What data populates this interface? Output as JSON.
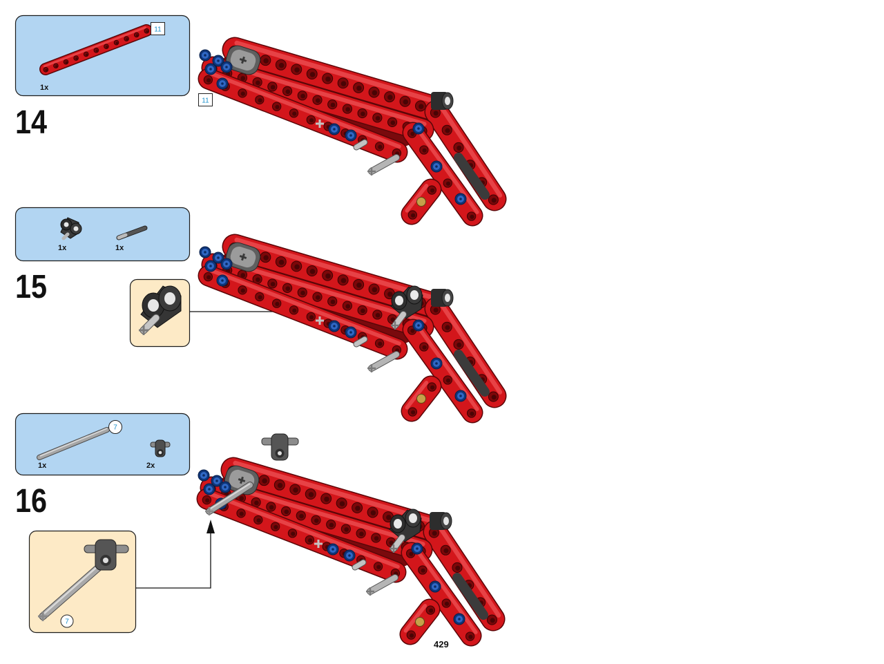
{
  "page_number": "429",
  "steps": [
    {
      "number": "14",
      "parts": [
        {
          "icon": "red-beam-icon",
          "qty": "1x",
          "length_label": "11"
        }
      ],
      "assembly_length_label": "11"
    },
    {
      "number": "15",
      "parts": [
        {
          "icon": "connector-icon",
          "qty": "1x"
        },
        {
          "icon": "pin-icon",
          "qty": "1x"
        }
      ],
      "callout_icon": "connector-subassembly-icon"
    },
    {
      "number": "16",
      "parts": [
        {
          "icon": "axle-icon",
          "qty": "1x",
          "length_label": "7"
        },
        {
          "icon": "connector-icon",
          "qty": "2x"
        }
      ],
      "callout_icon": "axle-subassembly-icon",
      "callout_length_label": "7"
    }
  ],
  "colors": {
    "parts_panel": "#b2d5f2",
    "callout_panel": "#fdeac6",
    "beam_red": "#d3161b",
    "pin_blue": "#2f67c4",
    "length_label_text": "#1a8fcb"
  }
}
